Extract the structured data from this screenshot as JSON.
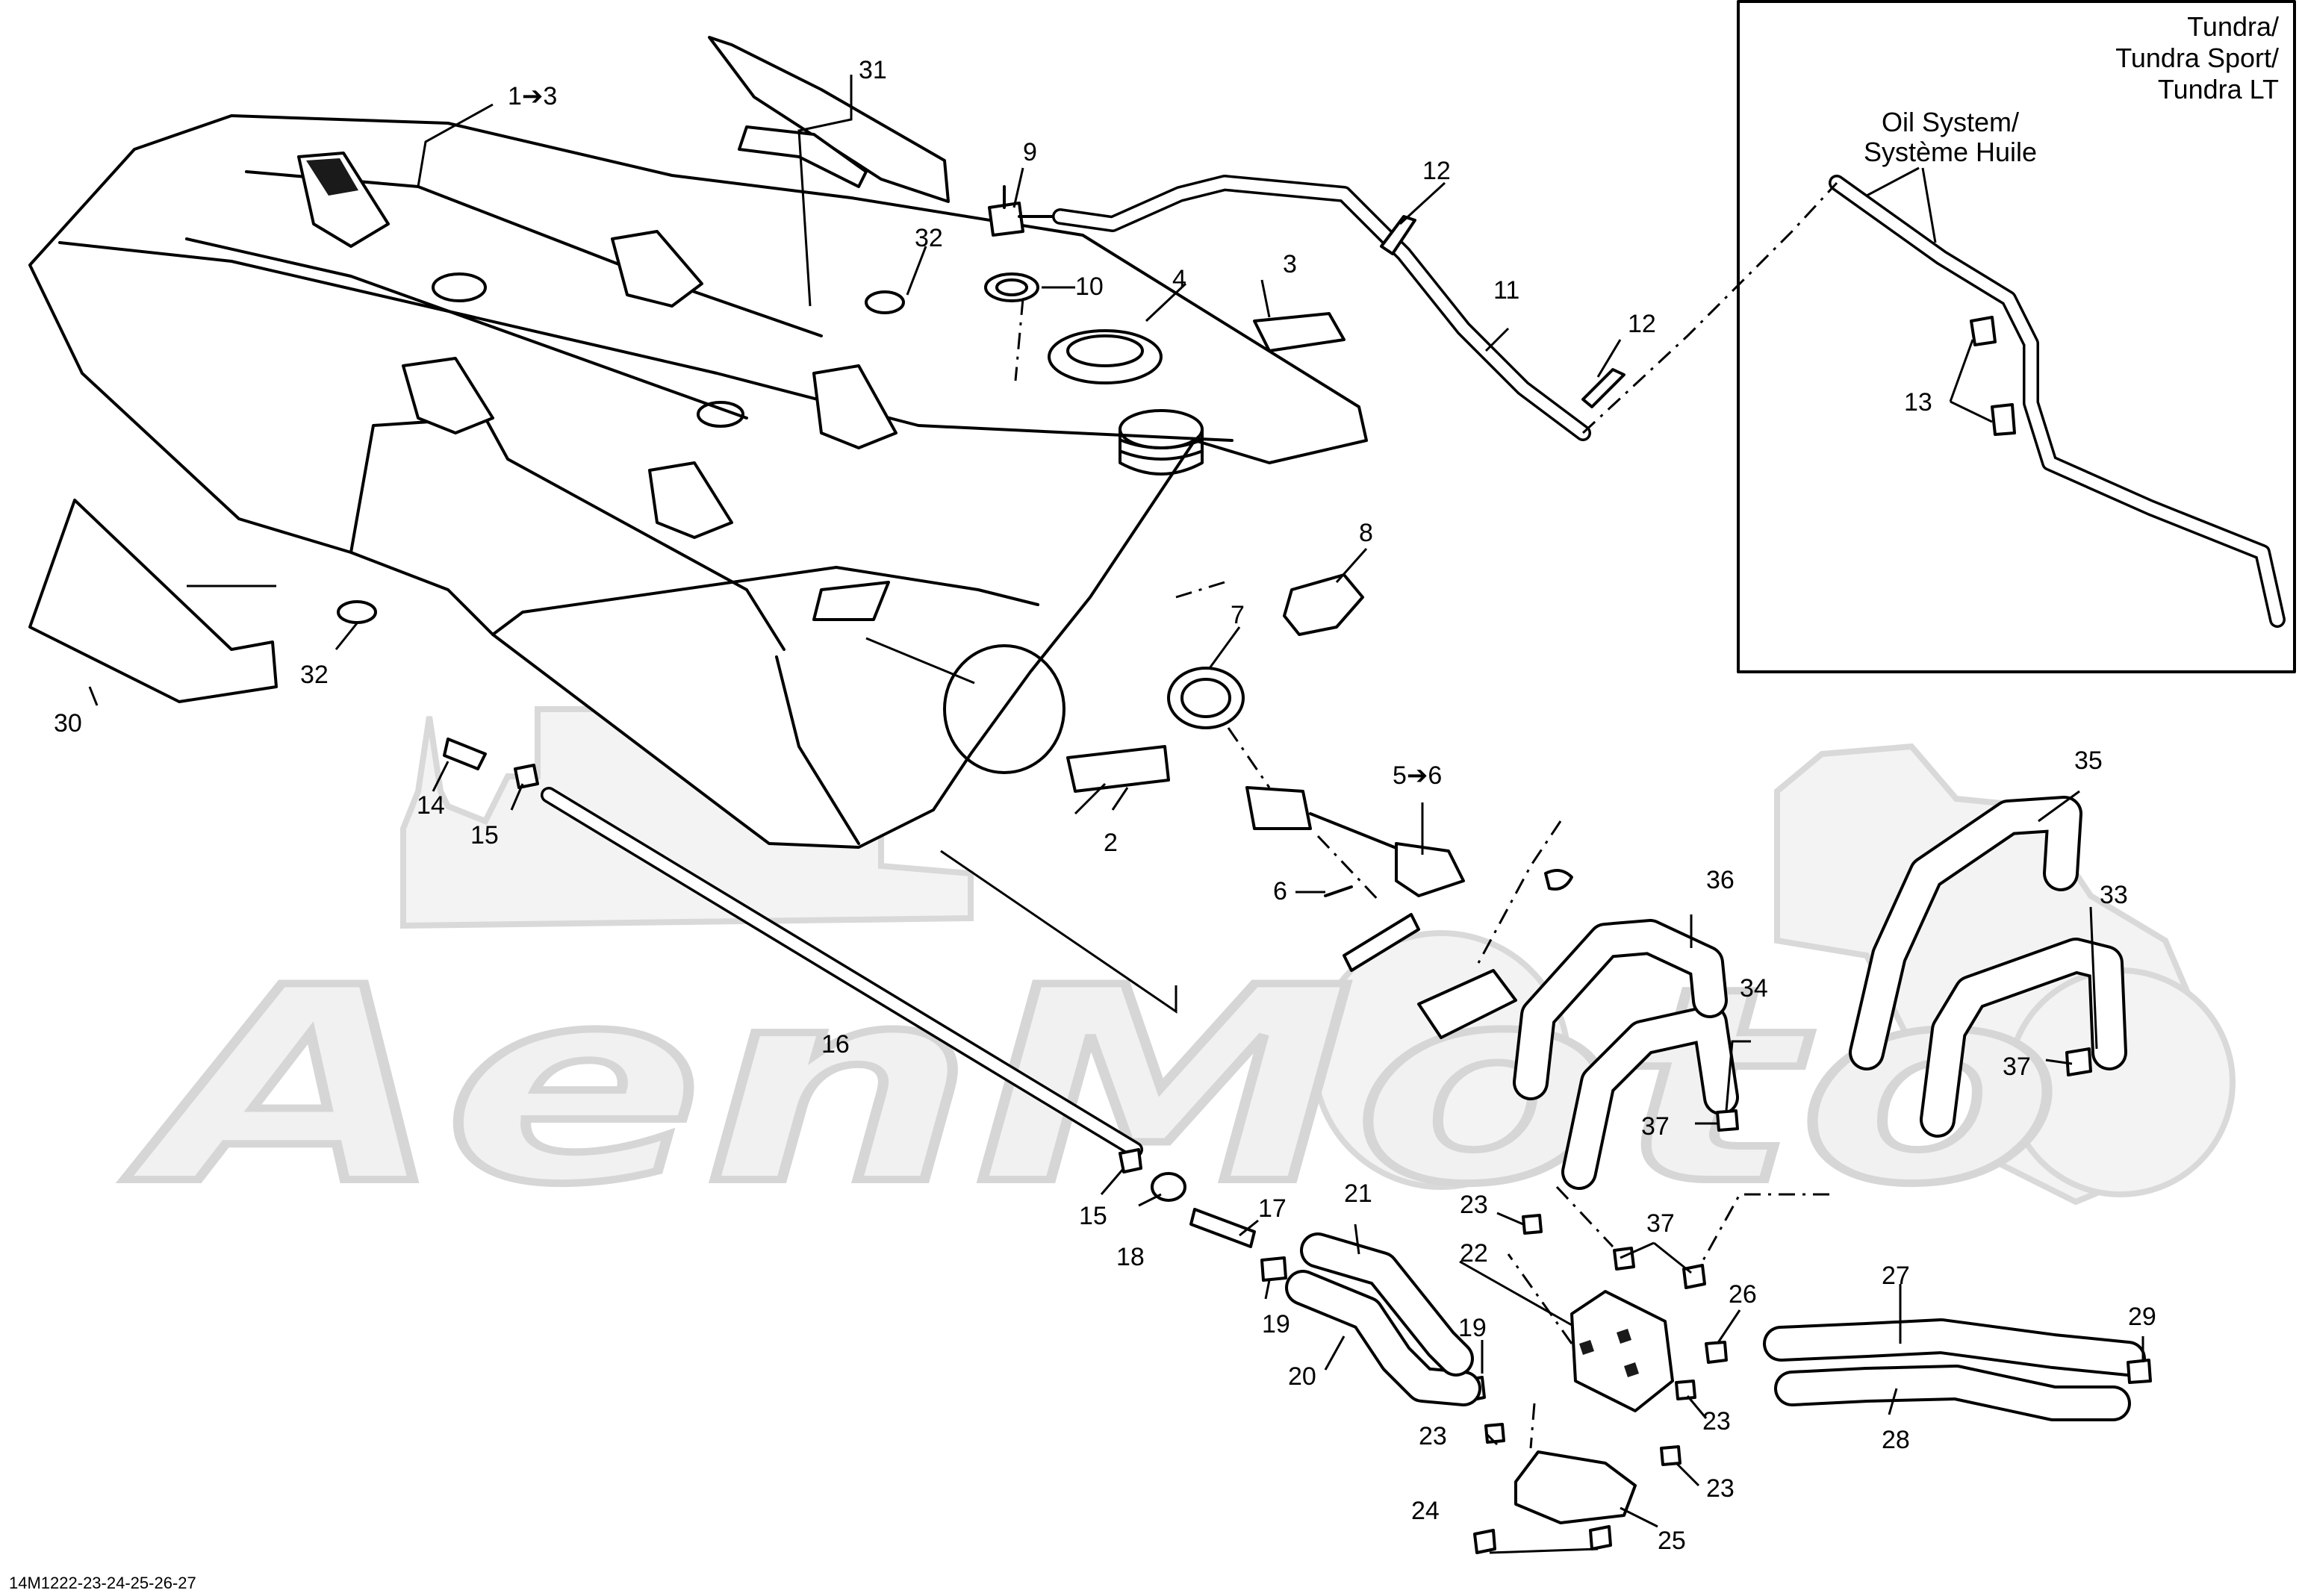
{
  "inset": {
    "title_lines": [
      "Tundra/",
      "Tundra Sport/",
      "Tundra LT"
    ],
    "subtitle_lines": [
      "Oil System/",
      "Système Huile"
    ]
  },
  "labels": {
    "l1_3": "1➔3",
    "l2": "2",
    "l3": "3",
    "l4": "4",
    "l5_6": "5➔6",
    "l6": "6",
    "l7": "7",
    "l8": "8",
    "l9": "9",
    "l10": "10",
    "l11": "11",
    "l12a": "12",
    "l12b": "12",
    "l13": "13",
    "l14": "14",
    "l15a": "15",
    "l15b": "15",
    "l16": "16",
    "l17": "17",
    "l18": "18",
    "l19a": "19",
    "l19b": "19",
    "l20": "20",
    "l21": "21",
    "l22": "22",
    "l23a": "23",
    "l23b": "23",
    "l23c": "23",
    "l23d": "23",
    "l24": "24",
    "l25": "25",
    "l26": "26",
    "l27": "27",
    "l28": "28",
    "l29": "29",
    "l30": "30",
    "l31": "31",
    "l32a": "32",
    "l32b": "32",
    "l33": "33",
    "l34": "34",
    "l35": "35",
    "l36": "36",
    "l37a": "37",
    "l37b": "37",
    "l37c": "37"
  },
  "watermark": "AenMoto",
  "drawing_code": "14M1222-23-24-25-26-27"
}
